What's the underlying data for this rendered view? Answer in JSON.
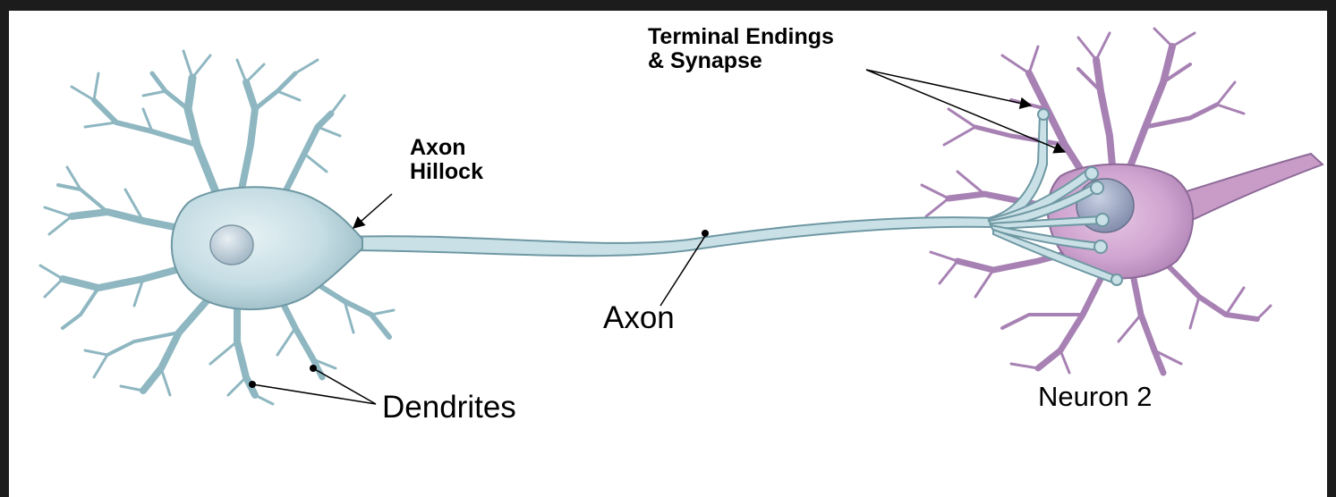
{
  "labels": {
    "terminal_line1": "Terminal Endings",
    "terminal_line2": "& Synapse",
    "hillock_line1": "Axon",
    "hillock_line2": "Hillock",
    "axon": "Axon",
    "dendrites": "Dendrites",
    "neuron2": "Neuron 2"
  },
  "colors": {
    "frame": "#1c1c1c",
    "background": "#ffffff",
    "neuron1_fill": "#c9e0e6",
    "neuron1_outline": "#6e98a3",
    "neuron2_fill": "#cfa6cf",
    "neuron2_outline": "#8a6a96",
    "nucleus_blue": "#b9cdd8",
    "pointer": "#000000"
  }
}
